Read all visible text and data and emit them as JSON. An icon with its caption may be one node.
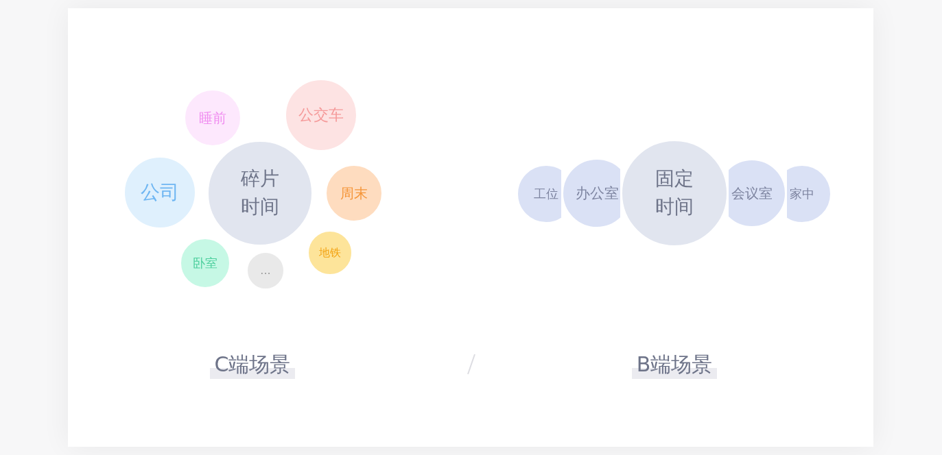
{
  "diagram": {
    "nodes": [
      {
        "text": [
          "睡前"
        ]
      },
      {
        "text": [
          "公交车"
        ]
      },
      {
        "text": [
          "公司"
        ]
      },
      {
        "text": [
          "碎片时间"
        ]
      },
      {
        "text": [
          "周末"
        ]
      },
      {
        "text": [
          "卧室"
        ]
      },
      {
        "text": [
          "..."
        ]
      },
      {
        "text": [
          "地铁"
        ]
      },
      {
        "text": [
          "工位"
        ]
      },
      {
        "text": [
          "办公室"
        ]
      },
      {
        "text": [
          "固定时间"
        ]
      },
      {
        "text": [
          "会议室"
        ]
      },
      {
        "text": [
          "家中"
        ]
      }
    ],
    "labels": [
      "C端场景",
      "B端场景"
    ]
  }
}
